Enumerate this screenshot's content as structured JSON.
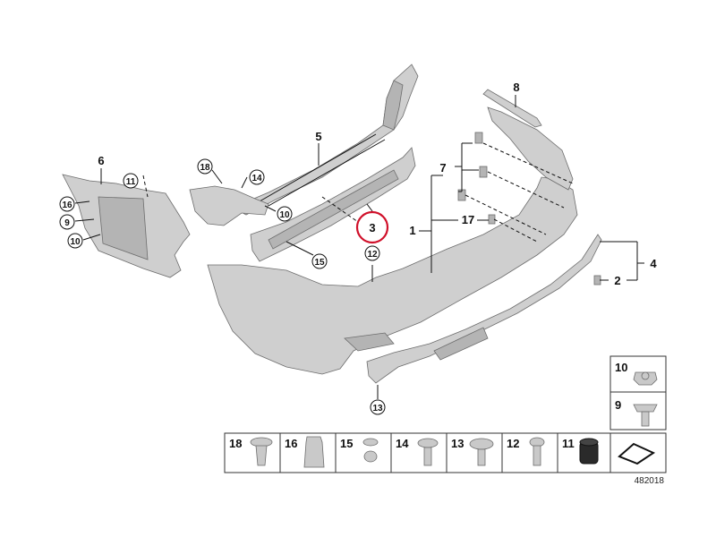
{
  "diagram_id": "482018",
  "callouts": {
    "c1": "1",
    "c2": "2",
    "c3": "3",
    "c4": "4",
    "c5": "5",
    "c6": "6",
    "c7": "7",
    "c8": "8",
    "c17": "17",
    "c9": "9",
    "c10a": "10",
    "c10b": "10",
    "c10c": "10",
    "c11": "11",
    "c12": "12",
    "c13": "13",
    "c14": "14",
    "c15": "15",
    "c16": "16",
    "c18": "18"
  },
  "hardware_row": [
    "18",
    "16",
    "15",
    "14",
    "13",
    "12",
    "11"
  ],
  "hardware_column": [
    "10",
    "9"
  ]
}
